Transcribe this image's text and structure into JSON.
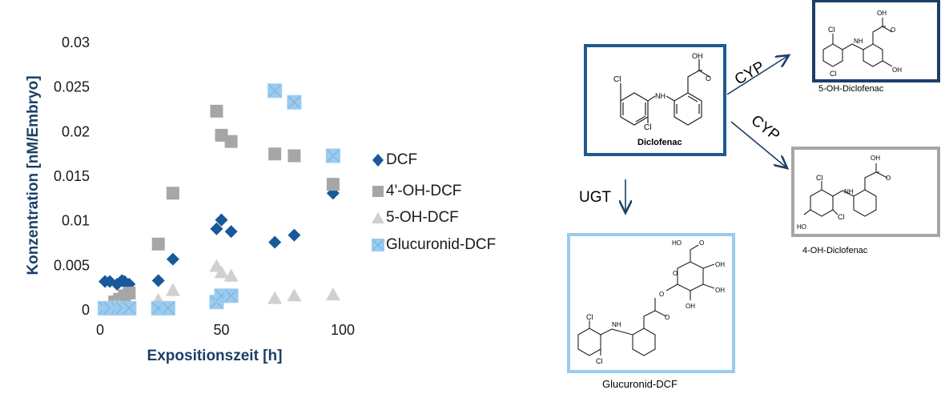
{
  "chart_data": {
    "type": "scatter",
    "xlabel": "Expositionszeit [h]",
    "ylabel": "Konzentration [nM/Embryo]",
    "xlim": [
      0,
      100
    ],
    "ylim": [
      0,
      0.03
    ],
    "xticks": [
      "0",
      "50",
      "100"
    ],
    "yticks": [
      "0",
      "0.005",
      "0.01",
      "0.015",
      "0.02",
      "0.025",
      "0.03"
    ],
    "grid": false,
    "legend_position": "right",
    "series": [
      {
        "name": "DCF",
        "marker": "diamond",
        "color": "#17599a",
        "x": [
          2,
          4,
          7,
          9,
          10,
          12,
          24,
          30,
          48,
          50,
          54,
          72,
          80,
          96
        ],
        "y": [
          0.0031,
          0.0031,
          0.0028,
          0.0032,
          0.0031,
          0.0028,
          0.0032,
          0.0056,
          0.009,
          0.01,
          0.0087,
          0.0075,
          0.0083,
          0.013
        ]
      },
      {
        "name": "4'-OH-DCF",
        "marker": "square",
        "color": "#a6a6a6",
        "x": [
          2,
          6,
          8,
          10,
          12,
          24,
          30,
          48,
          50,
          54,
          72,
          80,
          96
        ],
        "y": [
          0.0001,
          0.0008,
          0.0011,
          0.0015,
          0.0018,
          0.0073,
          0.013,
          0.0222,
          0.0195,
          0.0188,
          0.0174,
          0.0172,
          0.014
        ]
      },
      {
        "name": "5-OH-DCF",
        "marker": "triangle",
        "color": "#d0d0d0",
        "x": [
          2,
          6,
          8,
          24,
          30,
          48,
          50,
          54,
          72,
          80,
          96
        ],
        "y": [
          0.0001,
          0.0003,
          0.0003,
          0.001,
          0.0021,
          0.0048,
          0.0041,
          0.0037,
          0.0012,
          0.0015,
          0.0016
        ]
      },
      {
        "name": "Glucuronid-DCF",
        "marker": "square-x",
        "color": "#9bcbef",
        "x": [
          2,
          4,
          7,
          9,
          12,
          24,
          28,
          48,
          50,
          54,
          72,
          80,
          96
        ],
        "y": [
          0.0001,
          0.0001,
          0.0001,
          0.0001,
          0.0001,
          0.0001,
          0.0001,
          0.0008,
          0.0015,
          0.0015,
          0.0245,
          0.0232,
          0.0172
        ]
      }
    ]
  },
  "diagram": {
    "diclofenac_label": "Diclofenac",
    "oh5_label": "5-OH-Diclofenac",
    "oh4_label": "4-OH-Diclofenac",
    "glucuronid_label": "Glucuronid-DCF",
    "cyp_label": "CYP",
    "ugt_label": "UGT",
    "atoms": {
      "cl": "Cl",
      "nh": "NH",
      "oh": "OH",
      "o": "O",
      "ho": "HO"
    },
    "colors": {
      "dcf_box": "#1f5a90",
      "oh5_box": "#1c3f66",
      "oh4_box": "#a6a6a6",
      "gluc_box": "#9bcbef",
      "arrow": "#1c3f66"
    }
  }
}
